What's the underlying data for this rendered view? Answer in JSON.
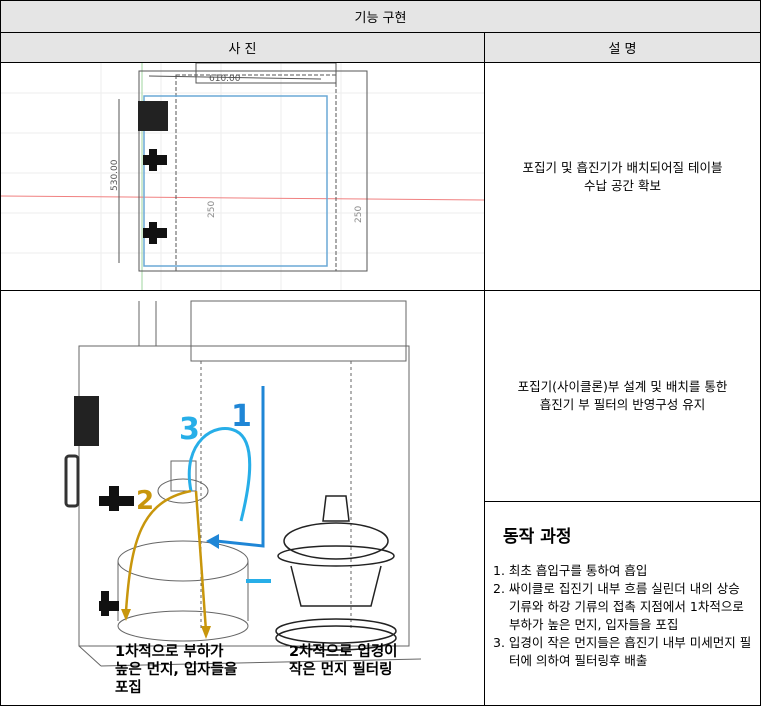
{
  "table": {
    "title": "기능 구현",
    "col_photo": "사 진",
    "col_desc": "설 명"
  },
  "row1": {
    "dims": {
      "width": "610.00",
      "height": "530.00",
      "inner1": "250",
      "inner2": "250"
    },
    "description_line1": "포집기 및 흡진기가 배치되어질 테이블",
    "description_line2": "수납 공간 확보"
  },
  "row2": {
    "description_line1": "포집기(사이클론)부 설계 및 배치를 통한",
    "description_line2": "흡진기 부 필터의 반영구성 유지",
    "labels": {
      "n1": "1",
      "n2": "2",
      "n3": "3"
    },
    "caption_left": [
      "1차적으로 부하가",
      "높은 먼지, 입자들을",
      "포집"
    ],
    "caption_right": [
      "2차적으로 입경이",
      "작은 먼지 필터링"
    ],
    "colors": {
      "arrow_blue": "#1f86d6",
      "arrow_light_blue": "#27aee8",
      "arrow_gold": "#c8960c"
    }
  },
  "process": {
    "title": "동작 과정",
    "steps": [
      "1. 최초 흡입구를 통하여 흡입",
      "2. 싸이클로 집진기 내부 흐름 실린더 내의 상승기류와 하강 기류의 접촉 지점에서 1차적으로 부하가 높은 먼지, 입자들을 포집",
      "3. 입경이 작은 먼지들은 흡진기 내부 미세먼지 필터에 의하여 필터링후 배출"
    ]
  }
}
